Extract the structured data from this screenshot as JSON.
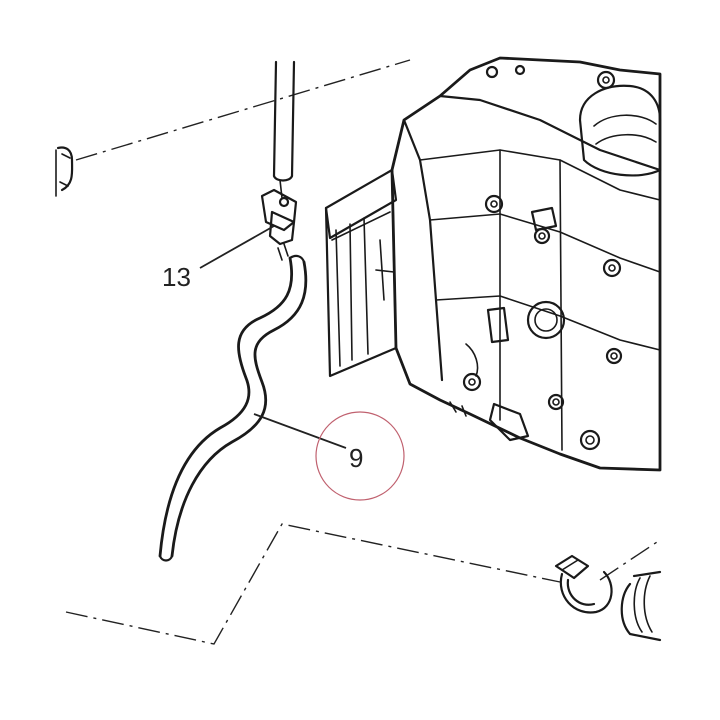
{
  "callouts": [
    {
      "id": "hose",
      "number": "9"
    },
    {
      "id": "valve",
      "number": "13"
    }
  ],
  "highlight_color": "#c0616f",
  "icons": {
    "engine": "engine-block-icon",
    "hose": "vent-hose-icon",
    "valve": "check-valve-icon",
    "clamp": "hose-clamp-icon",
    "pipe": "pipe-end-icon"
  }
}
